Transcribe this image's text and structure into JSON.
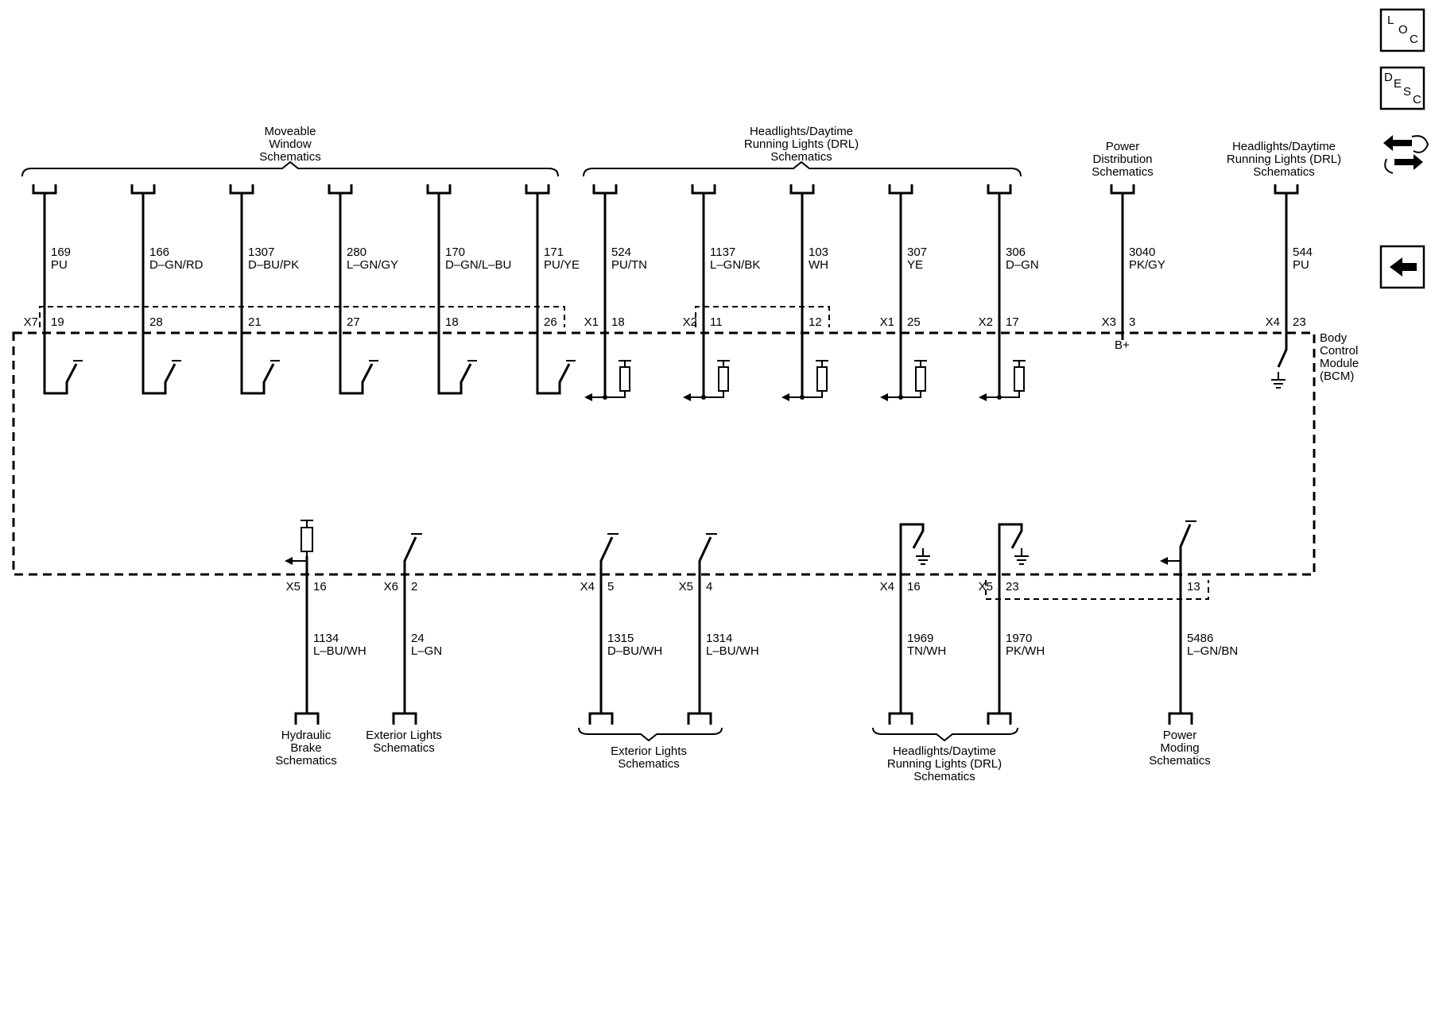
{
  "module": {
    "line1": "Body",
    "line2": "Control",
    "line3": "Module",
    "line4": "(BCM)"
  },
  "groups": {
    "moveable_window": [
      "Moveable",
      "Window",
      "Schematics"
    ],
    "drl_top": [
      "Headlights/Daytime",
      "Running Lights (DRL)",
      "Schematics"
    ],
    "power_dist": [
      "Power",
      "Distribution",
      "Schematics"
    ],
    "drl_right": [
      "Headlights/Daytime",
      "Running Lights (DRL)",
      "Schematics"
    ],
    "hydraulic": [
      "Hydraulic",
      "Brake",
      "Schematics"
    ],
    "ext_single": [
      "Exterior Lights",
      "Schematics"
    ],
    "ext_pair": [
      "Exterior Lights",
      "Schematics"
    ],
    "drl_bottom": [
      "Headlights/Daytime",
      "Running Lights (DRL)",
      "Schematics"
    ],
    "power_moding": [
      "Power",
      "Moding",
      "Schematics"
    ]
  },
  "top_wires": [
    {
      "circuit": "169",
      "color": "PU",
      "conn": "X7",
      "pin": "19"
    },
    {
      "circuit": "166",
      "color": "D–GN/RD",
      "conn": "",
      "pin": "28"
    },
    {
      "circuit": "1307",
      "color": "D–BU/PK",
      "conn": "",
      "pin": "21"
    },
    {
      "circuit": "280",
      "color": "L–GN/GY",
      "conn": "",
      "pin": "27"
    },
    {
      "circuit": "170",
      "color": "D–GN/L–BU",
      "conn": "",
      "pin": "18"
    },
    {
      "circuit": "171",
      "color": "PU/YE",
      "conn": "",
      "pin": "26"
    },
    {
      "circuit": "524",
      "color": "PU/TN",
      "conn": "X1",
      "pin": "18"
    },
    {
      "circuit": "1137",
      "color": "L–GN/BK",
      "conn": "X2",
      "pin": "11"
    },
    {
      "circuit": "103",
      "color": "WH",
      "conn": "",
      "pin": "12"
    },
    {
      "circuit": "307",
      "color": "YE",
      "conn": "X1",
      "pin": "25"
    },
    {
      "circuit": "306",
      "color": "D–GN",
      "conn": "X2",
      "pin": "17"
    },
    {
      "circuit": "3040",
      "color": "PK/GY",
      "conn": "X3",
      "pin": "3"
    },
    {
      "circuit": "544",
      "color": "PU",
      "conn": "X4",
      "pin": "23"
    }
  ],
  "bplus": "B+",
  "bottom_wires": [
    {
      "circuit": "1134",
      "color": "L–BU/WH",
      "conn": "X5",
      "pin": "16"
    },
    {
      "circuit": "24",
      "color": "L–GN",
      "conn": "X6",
      "pin": "2"
    },
    {
      "circuit": "1315",
      "color": "D–BU/WH",
      "conn": "X4",
      "pin": "5"
    },
    {
      "circuit": "1314",
      "color": "L–BU/WH",
      "conn": "X5",
      "pin": "4"
    },
    {
      "circuit": "1969",
      "color": "TN/WH",
      "conn": "X4",
      "pin": "16"
    },
    {
      "circuit": "1970",
      "color": "PK/WH",
      "conn": "X5",
      "pin": "23"
    },
    {
      "circuit": "5486",
      "color": "L–GN/BN",
      "conn": "",
      "pin": "13"
    }
  ],
  "nav": {
    "loc": [
      "L",
      "O",
      "C"
    ],
    "desc": [
      "D",
      "E",
      "S",
      "C"
    ],
    "compare_icon": "swap-arrows-icon",
    "back_icon": "back-arrow-icon"
  }
}
